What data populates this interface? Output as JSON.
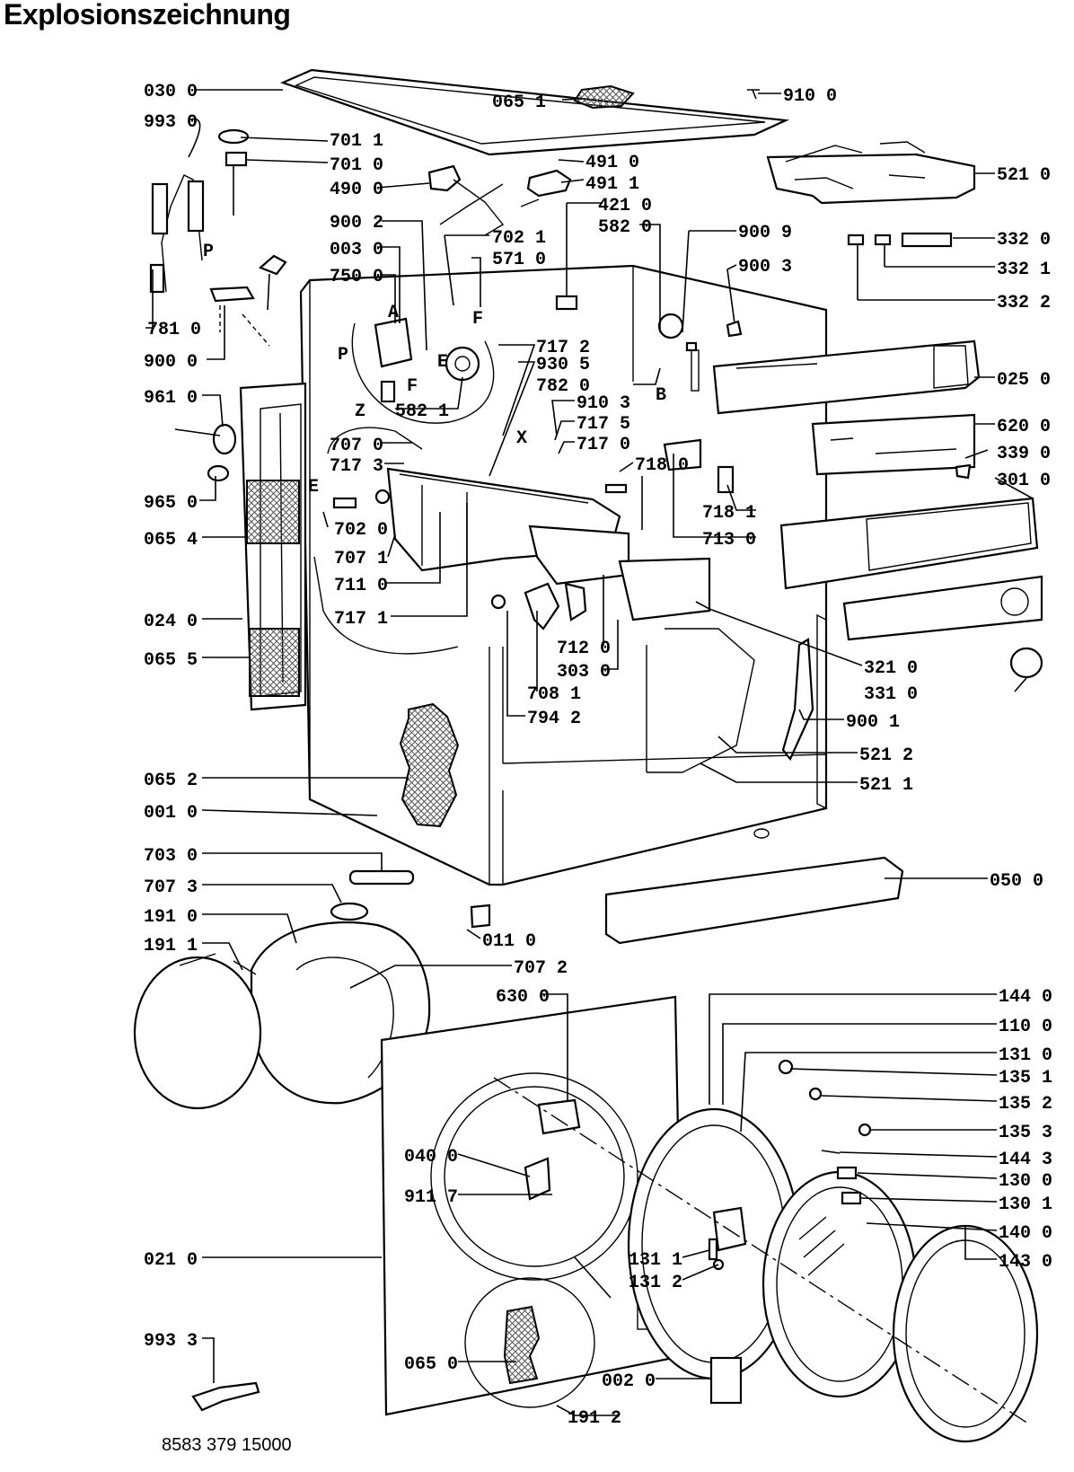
{
  "title": "Explosionszeichnung",
  "document_number": "8583 379 15000",
  "hatch_color": "#555555",
  "labels": [
    {
      "id": "p0300",
      "text": "030 0"
    },
    {
      "id": "p9930",
      "text": "993 0"
    },
    {
      "id": "p0651",
      "text": "065 1"
    },
    {
      "id": "p9100",
      "text": "910 0"
    },
    {
      "id": "p7011",
      "text": "701 1"
    },
    {
      "id": "p7010",
      "text": "701 0"
    },
    {
      "id": "p4900",
      "text": "490 0"
    },
    {
      "id": "p4910",
      "text": "491 0"
    },
    {
      "id": "p4911",
      "text": "491 1"
    },
    {
      "id": "p5210",
      "text": "521 0"
    },
    {
      "id": "p4210",
      "text": "421 0"
    },
    {
      "id": "p5820",
      "text": "582 0"
    },
    {
      "id": "p9002",
      "text": "900 2"
    },
    {
      "id": "p7021",
      "text": "702 1"
    },
    {
      "id": "p0030",
      "text": "003 0"
    },
    {
      "id": "p5710",
      "text": "571 0"
    },
    {
      "id": "p7500",
      "text": "750 0"
    },
    {
      "id": "p9009",
      "text": "900 9"
    },
    {
      "id": "p9003",
      "text": "900 3"
    },
    {
      "id": "p3320",
      "text": "332 0"
    },
    {
      "id": "p3321",
      "text": "332 1"
    },
    {
      "id": "p3322",
      "text": "332 2"
    },
    {
      "id": "p7810",
      "text": "781 0"
    },
    {
      "id": "p9000",
      "text": "900 0"
    },
    {
      "id": "p7172",
      "text": "717 2"
    },
    {
      "id": "p9305",
      "text": "930 5"
    },
    {
      "id": "p7820",
      "text": "782 0"
    },
    {
      "id": "p0250",
      "text": "025 0"
    },
    {
      "id": "p9610",
      "text": "961 0"
    },
    {
      "id": "p5821",
      "text": "582 1"
    },
    {
      "id": "p9103",
      "text": "910 3"
    },
    {
      "id": "p7175",
      "text": "717 5"
    },
    {
      "id": "p7170",
      "text": "717 0"
    },
    {
      "id": "p6200",
      "text": "620 0"
    },
    {
      "id": "p7070",
      "text": "707 0"
    },
    {
      "id": "p7173",
      "text": "717 3"
    },
    {
      "id": "p7180",
      "text": "718 0"
    },
    {
      "id": "p3390",
      "text": "339 0"
    },
    {
      "id": "p3010",
      "text": "301 0"
    },
    {
      "id": "p9650",
      "text": "965 0"
    },
    {
      "id": "p7181",
      "text": "718 1"
    },
    {
      "id": "p7020",
      "text": "702 0"
    },
    {
      "id": "p0654",
      "text": "065 4"
    },
    {
      "id": "p7130",
      "text": "713 0"
    },
    {
      "id": "p7071",
      "text": "707 1"
    },
    {
      "id": "p7110",
      "text": "711 0"
    },
    {
      "id": "p0240",
      "text": "024 0"
    },
    {
      "id": "p7171",
      "text": "717 1"
    },
    {
      "id": "p7120",
      "text": "712 0"
    },
    {
      "id": "p0655",
      "text": "065 5"
    },
    {
      "id": "p3210",
      "text": "321 0"
    },
    {
      "id": "p3030",
      "text": "303 0"
    },
    {
      "id": "p7081",
      "text": "708 1"
    },
    {
      "id": "p3310",
      "text": "331 0"
    },
    {
      "id": "p7942",
      "text": "794 2"
    },
    {
      "id": "p9001",
      "text": "900 1"
    },
    {
      "id": "p5212",
      "text": "521 2"
    },
    {
      "id": "p0652",
      "text": "065 2"
    },
    {
      "id": "p5211",
      "text": "521 1"
    },
    {
      "id": "p0010",
      "text": "001 0"
    },
    {
      "id": "p7030",
      "text": "703 0"
    },
    {
      "id": "p0500",
      "text": "050 0"
    },
    {
      "id": "p7073",
      "text": "707 3"
    },
    {
      "id": "p1910",
      "text": "191 0"
    },
    {
      "id": "p0110",
      "text": "011 0"
    },
    {
      "id": "p1911",
      "text": "191 1"
    },
    {
      "id": "p7072",
      "text": "707 2"
    },
    {
      "id": "p6300",
      "text": "630 0"
    },
    {
      "id": "p1440",
      "text": "144 0"
    },
    {
      "id": "p1100",
      "text": "110 0"
    },
    {
      "id": "p1310",
      "text": "131 0"
    },
    {
      "id": "p1351",
      "text": "135 1"
    },
    {
      "id": "p1352",
      "text": "135 2"
    },
    {
      "id": "p1353",
      "text": "135 3"
    },
    {
      "id": "p0400",
      "text": "040 0"
    },
    {
      "id": "p1443",
      "text": "144 3"
    },
    {
      "id": "p1300",
      "text": "130 0"
    },
    {
      "id": "p9117",
      "text": "911 7"
    },
    {
      "id": "p1301",
      "text": "130 1"
    },
    {
      "id": "p1400",
      "text": "140 0"
    },
    {
      "id": "p0210",
      "text": "021 0"
    },
    {
      "id": "p1311",
      "text": "131 1"
    },
    {
      "id": "p1312",
      "text": "131 2"
    },
    {
      "id": "p1430",
      "text": "143 0"
    },
    {
      "id": "p9933",
      "text": "993 3"
    },
    {
      "id": "p0650",
      "text": "065 0"
    },
    {
      "id": "p0020",
      "text": "002 0"
    },
    {
      "id": "p1912",
      "text": "191 2"
    }
  ],
  "letters": [
    {
      "id": "lP1",
      "text": "P"
    },
    {
      "id": "lA",
      "text": "A"
    },
    {
      "id": "lF1",
      "text": "F"
    },
    {
      "id": "lP2",
      "text": "P"
    },
    {
      "id": "lE1",
      "text": "E"
    },
    {
      "id": "lF2",
      "text": "F"
    },
    {
      "id": "lZ",
      "text": "Z"
    },
    {
      "id": "lB",
      "text": "B"
    },
    {
      "id": "lX",
      "text": "X"
    },
    {
      "id": "lE2",
      "text": "E"
    }
  ]
}
